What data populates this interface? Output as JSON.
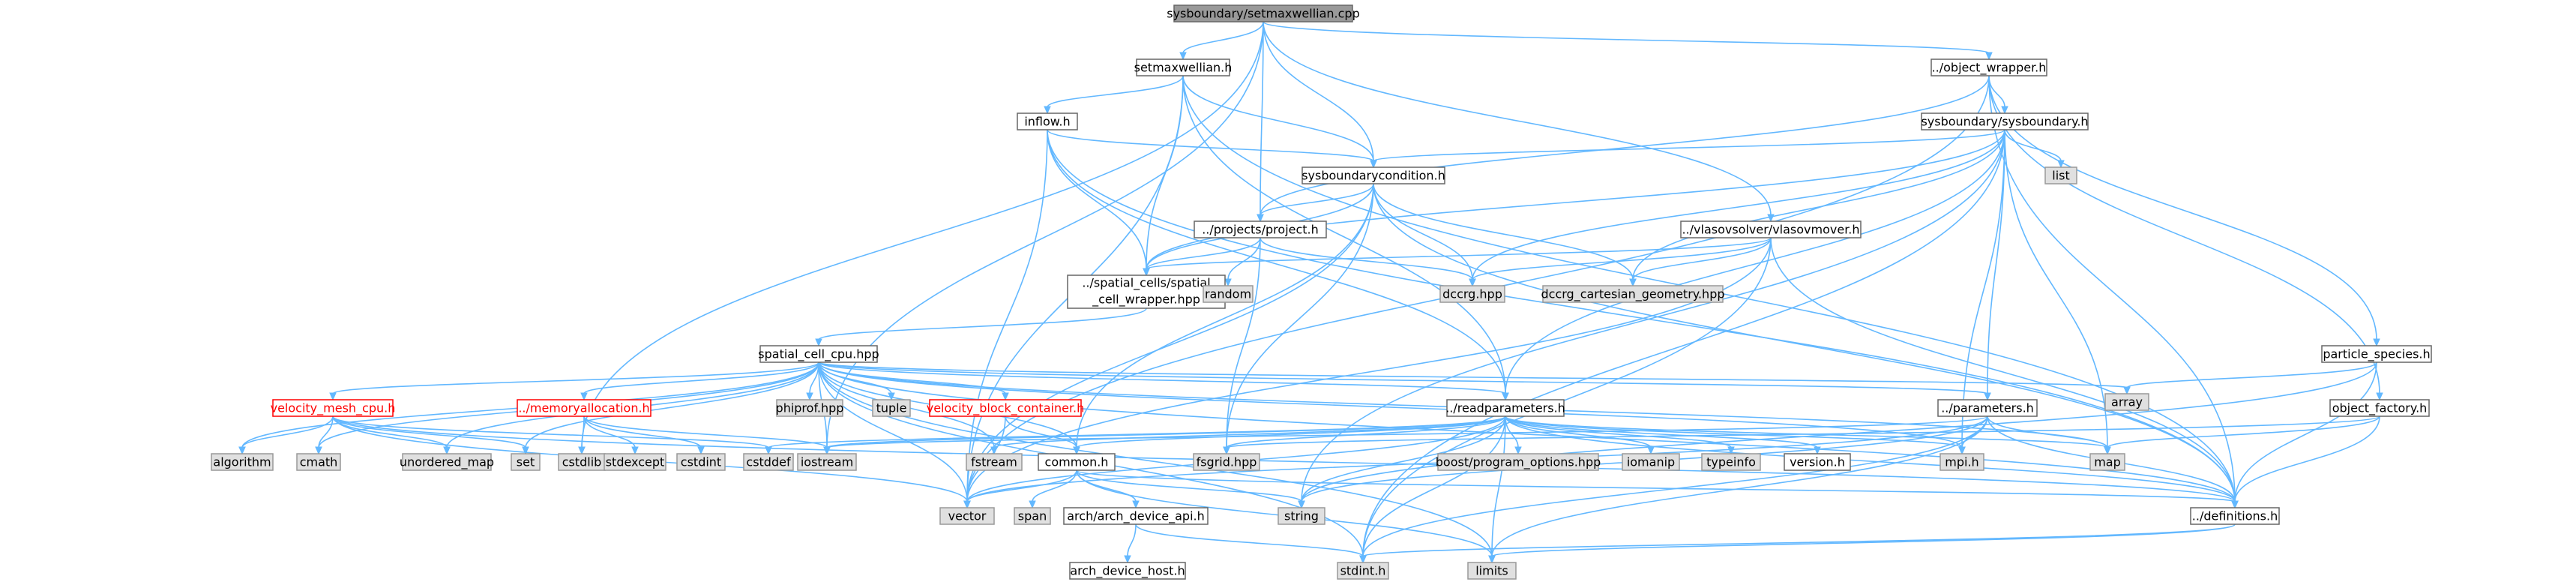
{
  "colors": {
    "edge": "#63b8ff",
    "root_fill": "#999999",
    "system_header_fill": "#e0e0e0",
    "truncated_border": "#ff0000"
  },
  "nodes": {
    "root": {
      "label": "sysboundary/setmaxwellian.cpp",
      "kind": "root"
    },
    "setmaxwellian_h": {
      "label": "setmaxwellian.h",
      "kind": "plain"
    },
    "object_wrapper": {
      "label": "../object_wrapper.h",
      "kind": "plain"
    },
    "inflow": {
      "label": "inflow.h",
      "kind": "plain"
    },
    "sysboundary_h": {
      "label": "sysboundary/sysboundary.h",
      "kind": "plain"
    },
    "list": {
      "label": "list",
      "kind": "system"
    },
    "sysboundarycondition": {
      "label": "sysboundarycondition.h",
      "kind": "plain"
    },
    "projects_project": {
      "label": "../projects/project.h",
      "kind": "plain"
    },
    "vlasovmover": {
      "label": "../vlasovsolver/vlasovmover.h",
      "kind": "plain"
    },
    "spatial_cell_wrapper": {
      "label_lines": [
        "../spatial_cells/spatial",
        "_cell_wrapper.hpp"
      ],
      "kind": "plain"
    },
    "random": {
      "label": "random",
      "kind": "system"
    },
    "dccrg": {
      "label": "dccrg.hpp",
      "kind": "system"
    },
    "dccrg_cart": {
      "label": "dccrg_cartesian_geometry.hpp",
      "kind": "system"
    },
    "particle_species": {
      "label": "particle_species.h",
      "kind": "plain"
    },
    "spatial_cell_cpu": {
      "label": "spatial_cell_cpu.hpp",
      "kind": "plain"
    },
    "array": {
      "label": "array",
      "kind": "system"
    },
    "object_factory": {
      "label": "object_factory.h",
      "kind": "plain"
    },
    "velocity_mesh_cpu": {
      "label": "velocity_mesh_cpu.h",
      "kind": "truncated"
    },
    "memoryallocation": {
      "label": "../memoryallocation.h",
      "kind": "truncated"
    },
    "phiprof": {
      "label": "phiprof.hpp",
      "kind": "system"
    },
    "tuple": {
      "label": "tuple",
      "kind": "system"
    },
    "velocity_block_container": {
      "label": "velocity_block_container.h",
      "kind": "truncated"
    },
    "readparameters": {
      "label": "../readparameters.h",
      "kind": "plain"
    },
    "parameters": {
      "label": "../parameters.h",
      "kind": "plain"
    },
    "algorithm": {
      "label": "algorithm",
      "kind": "system"
    },
    "cmath": {
      "label": "cmath",
      "kind": "system"
    },
    "unordered_map": {
      "label": "unordered_map",
      "kind": "system"
    },
    "set": {
      "label": "set",
      "kind": "system"
    },
    "cstdlib": {
      "label": "cstdlib",
      "kind": "system"
    },
    "stdexcept": {
      "label": "stdexcept",
      "kind": "system"
    },
    "cstdint": {
      "label": "cstdint",
      "kind": "system"
    },
    "cstddef": {
      "label": "cstddef",
      "kind": "system"
    },
    "iostream": {
      "label": "iostream",
      "kind": "system"
    },
    "fstream": {
      "label": "fstream",
      "kind": "system"
    },
    "common": {
      "label": "common.h",
      "kind": "plain"
    },
    "fsgrid": {
      "label": "fsgrid.hpp",
      "kind": "system"
    },
    "boost_po": {
      "label": "boost/program_options.hpp",
      "kind": "system"
    },
    "iomanip": {
      "label": "iomanip",
      "kind": "system"
    },
    "typeinfo": {
      "label": "typeinfo",
      "kind": "system"
    },
    "version": {
      "label": "version.h",
      "kind": "plain"
    },
    "mpi": {
      "label": "mpi.h",
      "kind": "system"
    },
    "map": {
      "label": "map",
      "kind": "system"
    },
    "vector": {
      "label": "vector",
      "kind": "system"
    },
    "span": {
      "label": "span",
      "kind": "system"
    },
    "arch_device_api": {
      "label": "arch/arch_device_api.h",
      "kind": "plain"
    },
    "string": {
      "label": "string",
      "kind": "system"
    },
    "definitions": {
      "label": "../definitions.h",
      "kind": "plain"
    },
    "stdint": {
      "label": "stdint.h",
      "kind": "system"
    },
    "limits": {
      "label": "limits",
      "kind": "system"
    },
    "arch_device_host": {
      "label": "arch_device_host.h",
      "kind": "plain"
    }
  },
  "edges": [
    [
      "root",
      "setmaxwellian_h"
    ],
    [
      "root",
      "object_wrapper"
    ],
    [
      "root",
      "sysboundarycondition"
    ],
    [
      "root",
      "projects_project"
    ],
    [
      "root",
      "vlasovmover"
    ],
    [
      "root",
      "iostream"
    ],
    [
      "root",
      "cstdlib"
    ],
    [
      "setmaxwellian_h",
      "inflow"
    ],
    [
      "setmaxwellian_h",
      "sysboundarycondition"
    ],
    [
      "setmaxwellian_h",
      "spatial_cell_wrapper"
    ],
    [
      "setmaxwellian_h",
      "vector"
    ],
    [
      "setmaxwellian_h",
      "definitions"
    ],
    [
      "setmaxwellian_h",
      "readparameters"
    ],
    [
      "object_wrapper",
      "sysboundary_h"
    ],
    [
      "object_wrapper",
      "particle_species"
    ],
    [
      "object_wrapper",
      "object_factory"
    ],
    [
      "object_wrapper",
      "projects_project"
    ],
    [
      "object_wrapper",
      "vector"
    ],
    [
      "object_wrapper",
      "definitions"
    ],
    [
      "inflow",
      "sysboundarycondition"
    ],
    [
      "inflow",
      "spatial_cell_wrapper"
    ],
    [
      "inflow",
      "vector"
    ],
    [
      "inflow",
      "definitions"
    ],
    [
      "inflow",
      "readparameters"
    ],
    [
      "sysboundary_h",
      "list"
    ],
    [
      "sysboundary_h",
      "sysboundarycondition"
    ],
    [
      "sysboundary_h",
      "map"
    ],
    [
      "sysboundary_h",
      "dccrg"
    ],
    [
      "sysboundary_h",
      "dccrg_cart"
    ],
    [
      "sysboundary_h",
      "spatial_cell_wrapper"
    ],
    [
      "sysboundary_h",
      "parameters"
    ],
    [
      "sysboundary_h",
      "readparameters"
    ],
    [
      "sysboundary_h",
      "mpi"
    ],
    [
      "sysboundary_h",
      "string"
    ],
    [
      "sysboundary_h",
      "stdint"
    ],
    [
      "sysboundarycondition",
      "projects_project"
    ],
    [
      "sysboundarycondition",
      "dccrg"
    ],
    [
      "sysboundarycondition",
      "dccrg_cart"
    ],
    [
      "sysboundarycondition",
      "spatial_cell_wrapper"
    ],
    [
      "sysboundarycondition",
      "common"
    ],
    [
      "sysboundarycondition",
      "definitions"
    ],
    [
      "sysboundarycondition",
      "fsgrid"
    ],
    [
      "sysboundarycondition",
      "vector"
    ],
    [
      "projects_project",
      "spatial_cell_wrapper"
    ],
    [
      "projects_project",
      "random"
    ],
    [
      "projects_project",
      "dccrg"
    ],
    [
      "projects_project",
      "fsgrid"
    ],
    [
      "vlasovmover",
      "dccrg"
    ],
    [
      "vlasovmover",
      "dccrg_cart"
    ],
    [
      "vlasovmover",
      "spatial_cell_wrapper"
    ],
    [
      "vlasovmover",
      "vector"
    ],
    [
      "vlasovmover",
      "definitions"
    ],
    [
      "vlasovmover",
      "stdint"
    ],
    [
      "spatial_cell_wrapper",
      "spatial_cell_cpu"
    ],
    [
      "particle_species",
      "array"
    ],
    [
      "particle_species",
      "definitions"
    ],
    [
      "particle_species",
      "string"
    ],
    [
      "object_factory",
      "map"
    ],
    [
      "object_factory",
      "definitions"
    ],
    [
      "object_factory",
      "fsgrid"
    ],
    [
      "spatial_cell_cpu",
      "velocity_mesh_cpu"
    ],
    [
      "spatial_cell_cpu",
      "memoryallocation"
    ],
    [
      "spatial_cell_cpu",
      "phiprof"
    ],
    [
      "spatial_cell_cpu",
      "tuple"
    ],
    [
      "spatial_cell_cpu",
      "velocity_block_container"
    ],
    [
      "spatial_cell_cpu",
      "readparameters"
    ],
    [
      "spatial_cell_cpu",
      "parameters"
    ],
    [
      "spatial_cell_cpu",
      "array"
    ],
    [
      "spatial_cell_cpu",
      "algorithm"
    ],
    [
      "spatial_cell_cpu",
      "cmath"
    ],
    [
      "spatial_cell_cpu",
      "unordered_map"
    ],
    [
      "spatial_cell_cpu",
      "set"
    ],
    [
      "spatial_cell_cpu",
      "iostream"
    ],
    [
      "spatial_cell_cpu",
      "fstream"
    ],
    [
      "spatial_cell_cpu",
      "common"
    ],
    [
      "spatial_cell_cpu",
      "vector"
    ],
    [
      "spatial_cell_cpu",
      "mpi"
    ],
    [
      "spatial_cell_cpu",
      "map"
    ],
    [
      "spatial_cell_cpu",
      "limits"
    ],
    [
      "spatial_cell_cpu",
      "definitions"
    ],
    [
      "spatial_cell_cpu",
      "stdint"
    ],
    [
      "velocity_mesh_cpu",
      "algorithm"
    ],
    [
      "velocity_mesh_cpu",
      "cmath"
    ],
    [
      "velocity_mesh_cpu",
      "unordered_map"
    ],
    [
      "velocity_mesh_cpu",
      "set"
    ],
    [
      "velocity_mesh_cpu",
      "vector"
    ],
    [
      "velocity_mesh_cpu",
      "cstddef"
    ],
    [
      "velocity_mesh_cpu",
      "definitions"
    ],
    [
      "memoryallocation",
      "stdexcept"
    ],
    [
      "memoryallocation",
      "cstdint"
    ],
    [
      "memoryallocation",
      "cstdlib"
    ],
    [
      "memoryallocation",
      "iostream"
    ],
    [
      "velocity_block_container",
      "common"
    ],
    [
      "velocity_block_container",
      "vector"
    ],
    [
      "readparameters",
      "boost_po"
    ],
    [
      "readparameters",
      "iomanip"
    ],
    [
      "readparameters",
      "typeinfo"
    ],
    [
      "readparameters",
      "version"
    ],
    [
      "readparameters",
      "mpi"
    ],
    [
      "readparameters",
      "common"
    ],
    [
      "readparameters",
      "fsgrid"
    ],
    [
      "readparameters",
      "iostream"
    ],
    [
      "readparameters",
      "fstream"
    ],
    [
      "readparameters",
      "cstddef"
    ],
    [
      "readparameters",
      "string"
    ],
    [
      "readparameters",
      "vector"
    ],
    [
      "readparameters",
      "limits"
    ],
    [
      "readparameters",
      "definitions"
    ],
    [
      "readparameters",
      "stdint"
    ],
    [
      "readparameters",
      "map"
    ],
    [
      "parameters",
      "map"
    ],
    [
      "parameters",
      "mpi"
    ],
    [
      "parameters",
      "iostream"
    ],
    [
      "parameters",
      "string"
    ],
    [
      "parameters",
      "vector"
    ],
    [
      "parameters",
      "limits"
    ],
    [
      "parameters",
      "definitions"
    ],
    [
      "parameters",
      "stdint"
    ],
    [
      "common",
      "arch_device_api"
    ],
    [
      "common",
      "span"
    ],
    [
      "common",
      "vector"
    ],
    [
      "common",
      "string"
    ],
    [
      "common",
      "limits"
    ],
    [
      "common",
      "definitions"
    ],
    [
      "arch_device_api",
      "arch_device_host"
    ],
    [
      "arch_device_api",
      "stdint"
    ],
    [
      "definitions",
      "stdint"
    ],
    [
      "definitions",
      "limits"
    ]
  ]
}
